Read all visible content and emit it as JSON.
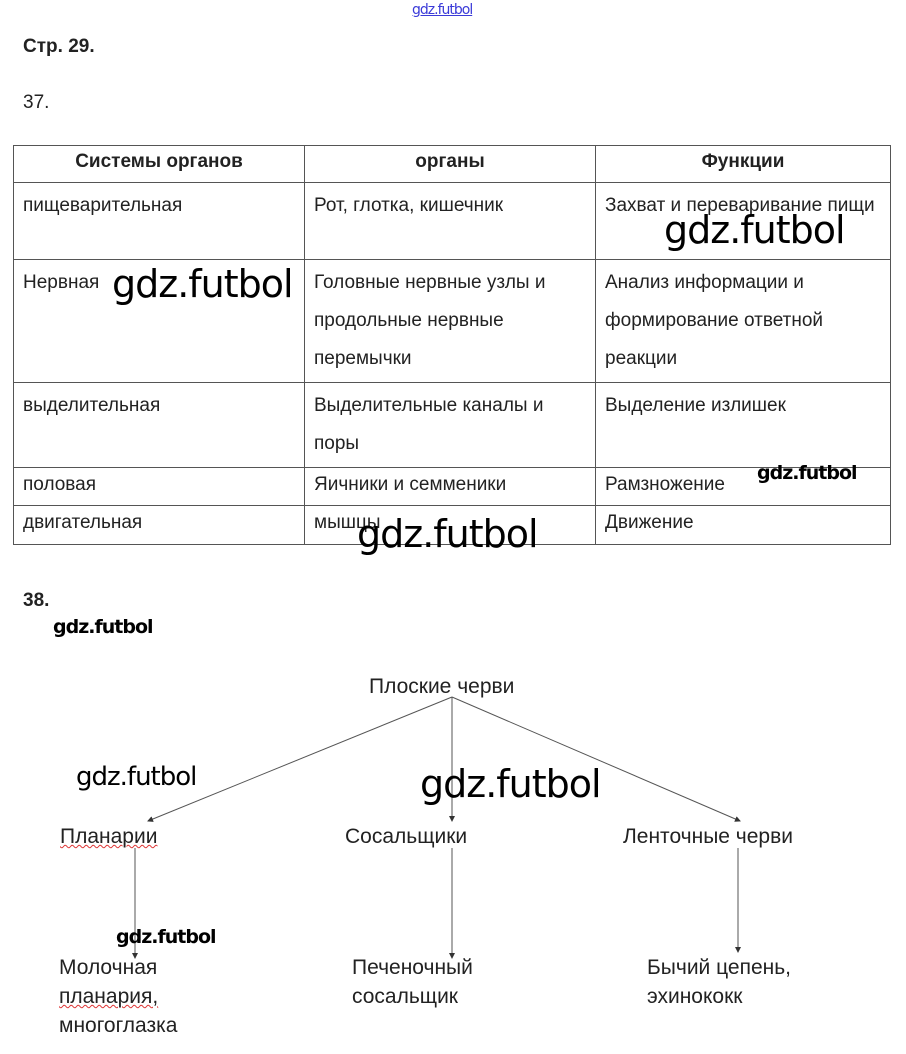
{
  "watermark": "gdz.futbol",
  "page_label": "Стр. 29.",
  "task37": {
    "number": "37.",
    "headers": [
      "Системы органов",
      "органы",
      "Функции"
    ],
    "rows": [
      [
        "пищеварительная",
        "Рот, глотка, кишечник",
        "Захват и переваривание пищи"
      ],
      [
        "Нервная",
        "Головные нервные узлы и продольные нервные перемычки",
        "Анализ информации и формирование ответной реакции"
      ],
      [
        "выделительная",
        "Выделительные каналы и поры",
        "Выделение излишек"
      ],
      [
        "половая",
        "Яичники и семменики",
        "Рамзножение"
      ],
      [
        "двигательная",
        "мышцы",
        "Движение"
      ]
    ]
  },
  "task38": {
    "number": "38.",
    "root": "Плоские черви",
    "children": [
      "Планарии",
      "Сосальщики",
      "Ленточные черви"
    ],
    "examples": [
      [
        "Молочная",
        "планария,",
        "многоглазка"
      ],
      [
        "Печеночный",
        "сосальщик"
      ],
      [
        "Бычий цепень,",
        "эхинококк"
      ]
    ]
  }
}
